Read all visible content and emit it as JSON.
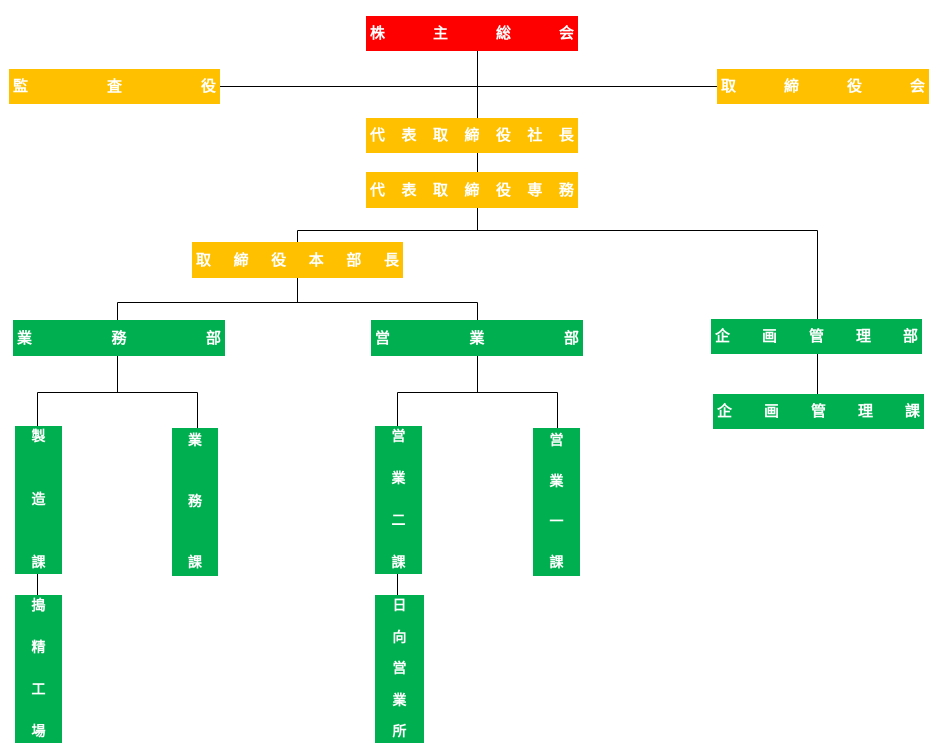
{
  "colors": {
    "red": "#ff0000",
    "yellow": "#ffc000",
    "green": "#00b050",
    "line": "#000000"
  },
  "nodes": {
    "shareholders": "株主総会",
    "auditor": "監査役",
    "board": "取締役会",
    "president": "代表取締役社長",
    "senior_md": "代表取締役専務",
    "director_gm": "取締役本部長",
    "operations_dept": "業務部",
    "sales_dept": "営業部",
    "planning_dept": "企画管理部",
    "planning_section": "企画管理課",
    "manufacturing_section": "製造課",
    "operations_section": "業務課",
    "sales2_section": "営業二課",
    "sales1_section": "営業一課",
    "polishing_plant": "搗精工場",
    "hyuga_office": "日向営業所"
  }
}
